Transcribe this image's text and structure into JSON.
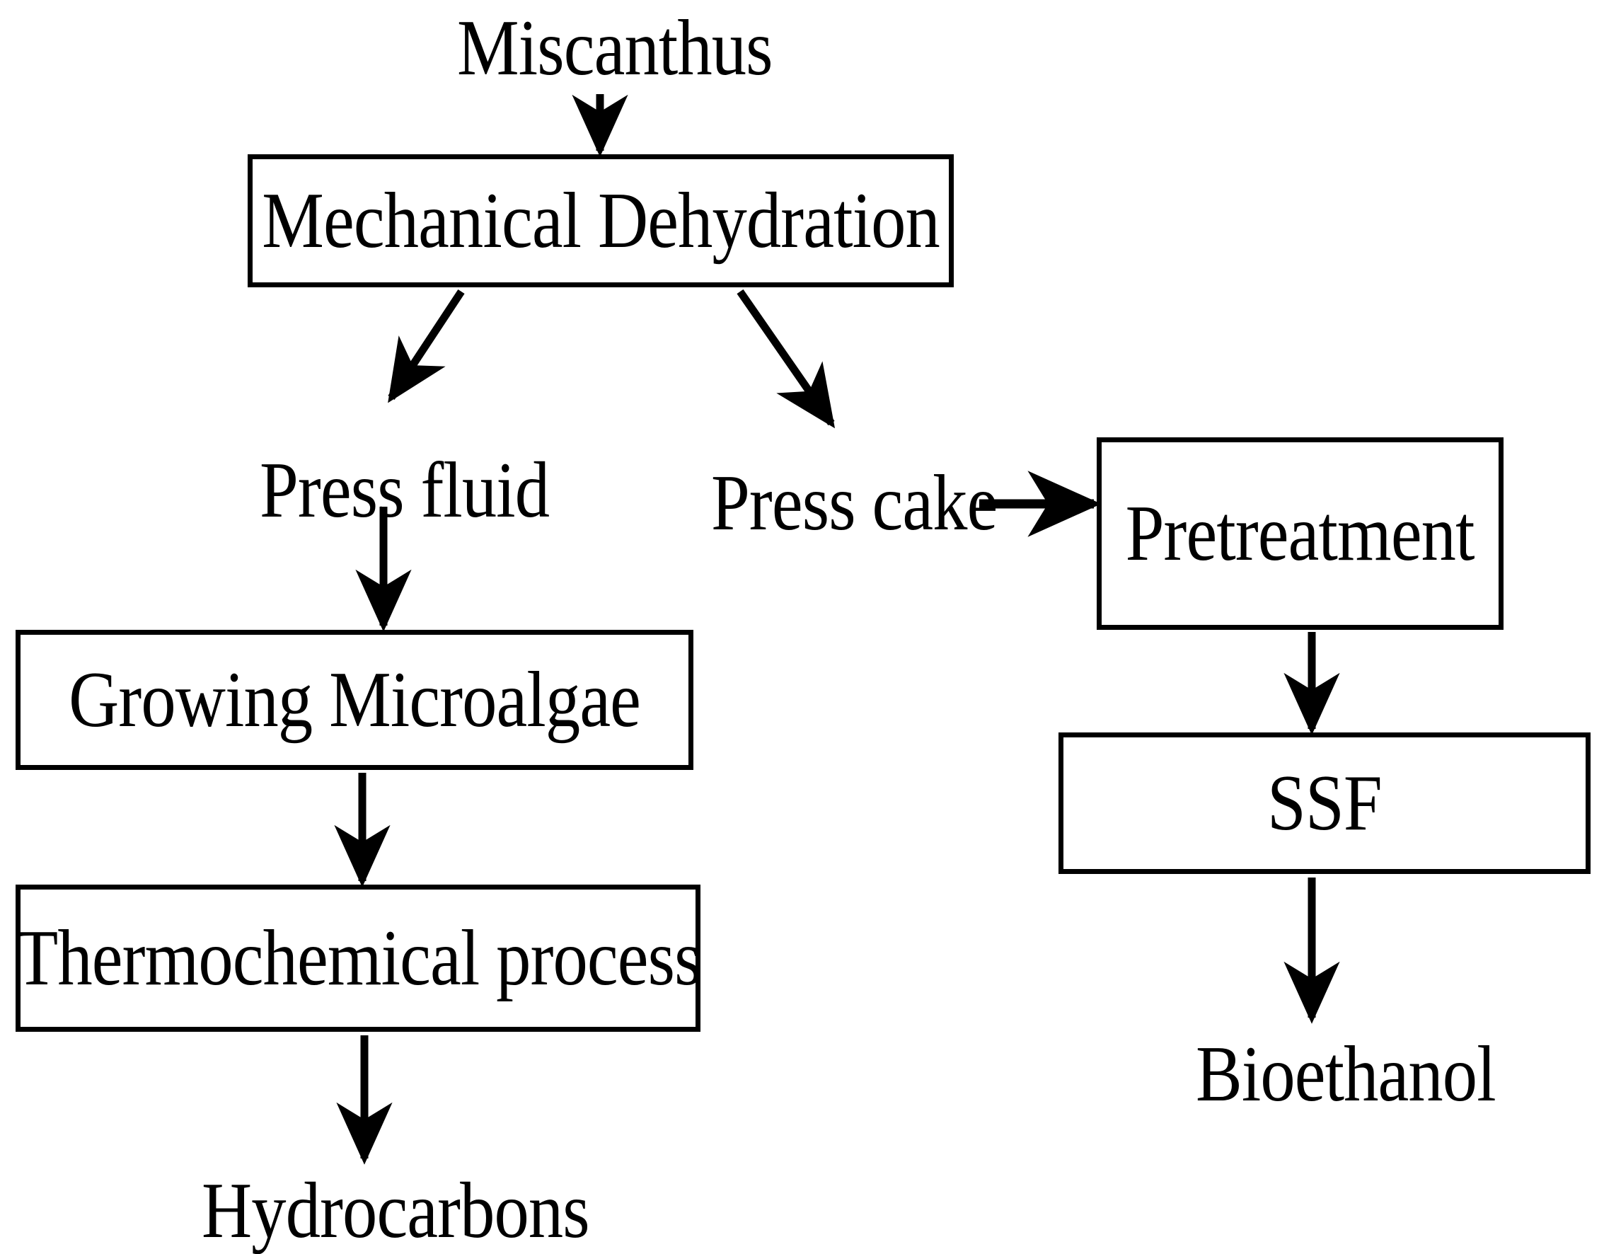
{
  "diagram": {
    "title": "Miscanthus biorefinery process flow",
    "background_color": "#ffffff",
    "line_color": "#000000",
    "nodes": {
      "miscanthus": "Miscanthus",
      "mechanical_dehydration": "Mechanical Dehydration",
      "press_fluid": "Press fluid",
      "press_cake": "Press cake",
      "pretreatment": "Pretreatment",
      "growing_microalgae": "Growing Microalgae",
      "ssf": "SSF",
      "thermochemical_process": "Thermochemical process",
      "bioethanol": "Bioethanol",
      "hydrocarbons": "Hydrocarbons"
    },
    "edges": [
      {
        "from": "Miscanthus",
        "to": "Mechanical Dehydration",
        "style": "straight-down-arrow"
      },
      {
        "from": "Mechanical Dehydration",
        "to": "Press fluid",
        "style": "diagonal-down-left-arrow"
      },
      {
        "from": "Mechanical Dehydration",
        "to": "Press cake",
        "style": "diagonal-down-right-arrow"
      },
      {
        "from": "Press fluid",
        "to": "Growing Microalgae",
        "style": "straight-down-arrow"
      },
      {
        "from": "Press cake",
        "to": "Pretreatment",
        "style": "straight-right-arrow"
      },
      {
        "from": "Pretreatment",
        "to": "SSF",
        "style": "straight-down-arrow"
      },
      {
        "from": "SSF",
        "to": "Bioethanol",
        "style": "straight-down-arrow"
      },
      {
        "from": "Growing Microalgae",
        "to": "Thermochemical process",
        "style": "straight-down-arrow"
      },
      {
        "from": "Thermochemical process",
        "to": "Hydrocarbons",
        "style": "straight-down-arrow"
      }
    ]
  }
}
